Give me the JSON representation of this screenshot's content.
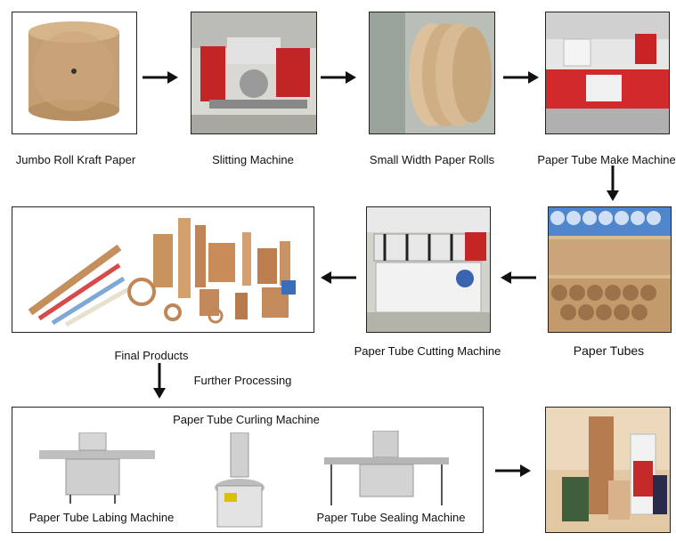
{
  "steps": {
    "jumbo_roll": "Jumbo Roll Kraft Paper",
    "slitting": "Slitting Machine",
    "small_rolls": "Small Width Paper Rolls",
    "tube_make": "Paper Tube Make Machine",
    "paper_tubes": "Paper Tubes",
    "cutting": "Paper Tube Cutting Machine",
    "final_products": "Final Products"
  },
  "further": {
    "label": "Further Processing",
    "curling": "Paper Tube Curling Machine",
    "labeling": "Paper Tube Labing Machine",
    "sealing": "Paper Tube Sealing Machine"
  },
  "colors": {
    "kraft": "#c9a57a",
    "machine_red": "#d42a2a",
    "machine_frame": "#e3e3e3",
    "tube_blue": "#3a7fd0",
    "wall": "#dcdcd6"
  }
}
